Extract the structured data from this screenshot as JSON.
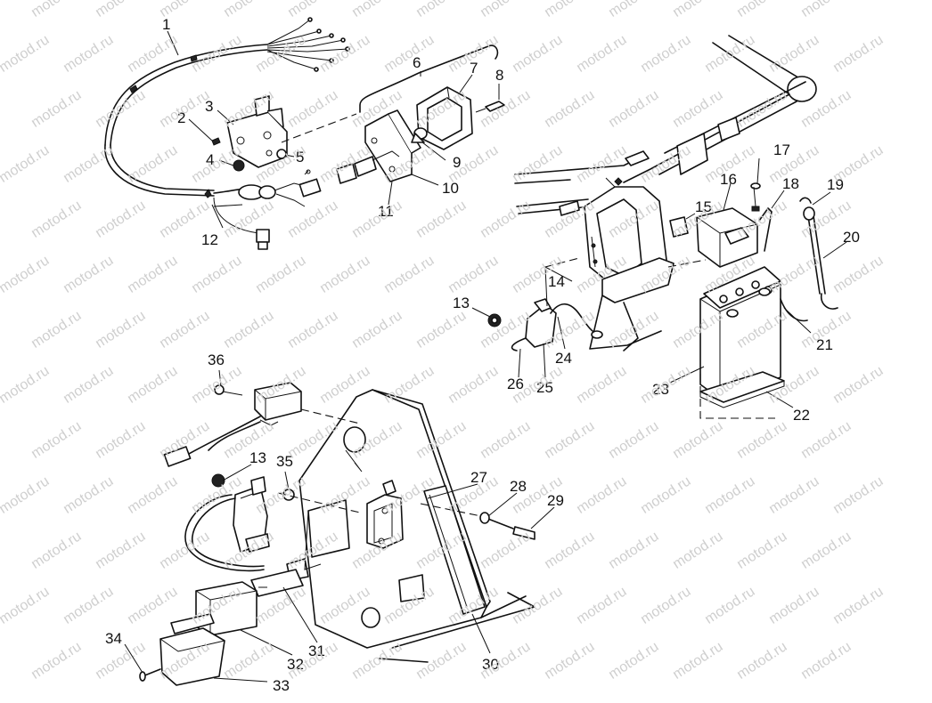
{
  "watermark": {
    "text": "motod.ru"
  },
  "callouts": [
    {
      "id": "c1",
      "text": "1"
    },
    {
      "id": "c2",
      "text": "2"
    },
    {
      "id": "c3",
      "text": "3"
    },
    {
      "id": "c4",
      "text": "4"
    },
    {
      "id": "c5",
      "text": "5"
    },
    {
      "id": "c6",
      "text": "6"
    },
    {
      "id": "c7",
      "text": "7"
    },
    {
      "id": "c8",
      "text": "8"
    },
    {
      "id": "c9",
      "text": "9"
    },
    {
      "id": "c10",
      "text": "10"
    },
    {
      "id": "c11",
      "text": "11"
    },
    {
      "id": "c12",
      "text": "12"
    },
    {
      "id": "c13a",
      "text": "13"
    },
    {
      "id": "c14",
      "text": "14"
    },
    {
      "id": "c15",
      "text": "15"
    },
    {
      "id": "c16",
      "text": "16"
    },
    {
      "id": "c17",
      "text": "17"
    },
    {
      "id": "c18",
      "text": "18"
    },
    {
      "id": "c19",
      "text": "19"
    },
    {
      "id": "c20",
      "text": "20"
    },
    {
      "id": "c21",
      "text": "21"
    },
    {
      "id": "c22",
      "text": "22"
    },
    {
      "id": "c23",
      "text": "23"
    },
    {
      "id": "c24",
      "text": "24"
    },
    {
      "id": "c25",
      "text": "25"
    },
    {
      "id": "c26",
      "text": "26"
    },
    {
      "id": "c27",
      "text": "27"
    },
    {
      "id": "c28",
      "text": "28"
    },
    {
      "id": "c29",
      "text": "29"
    },
    {
      "id": "c30",
      "text": "30"
    },
    {
      "id": "c31",
      "text": "31"
    },
    {
      "id": "c32",
      "text": "32"
    },
    {
      "id": "c33",
      "text": "33"
    },
    {
      "id": "c34",
      "text": "34"
    },
    {
      "id": "c35",
      "text": "35"
    },
    {
      "id": "c36",
      "text": "36"
    },
    {
      "id": "c13b",
      "text": "13"
    }
  ]
}
